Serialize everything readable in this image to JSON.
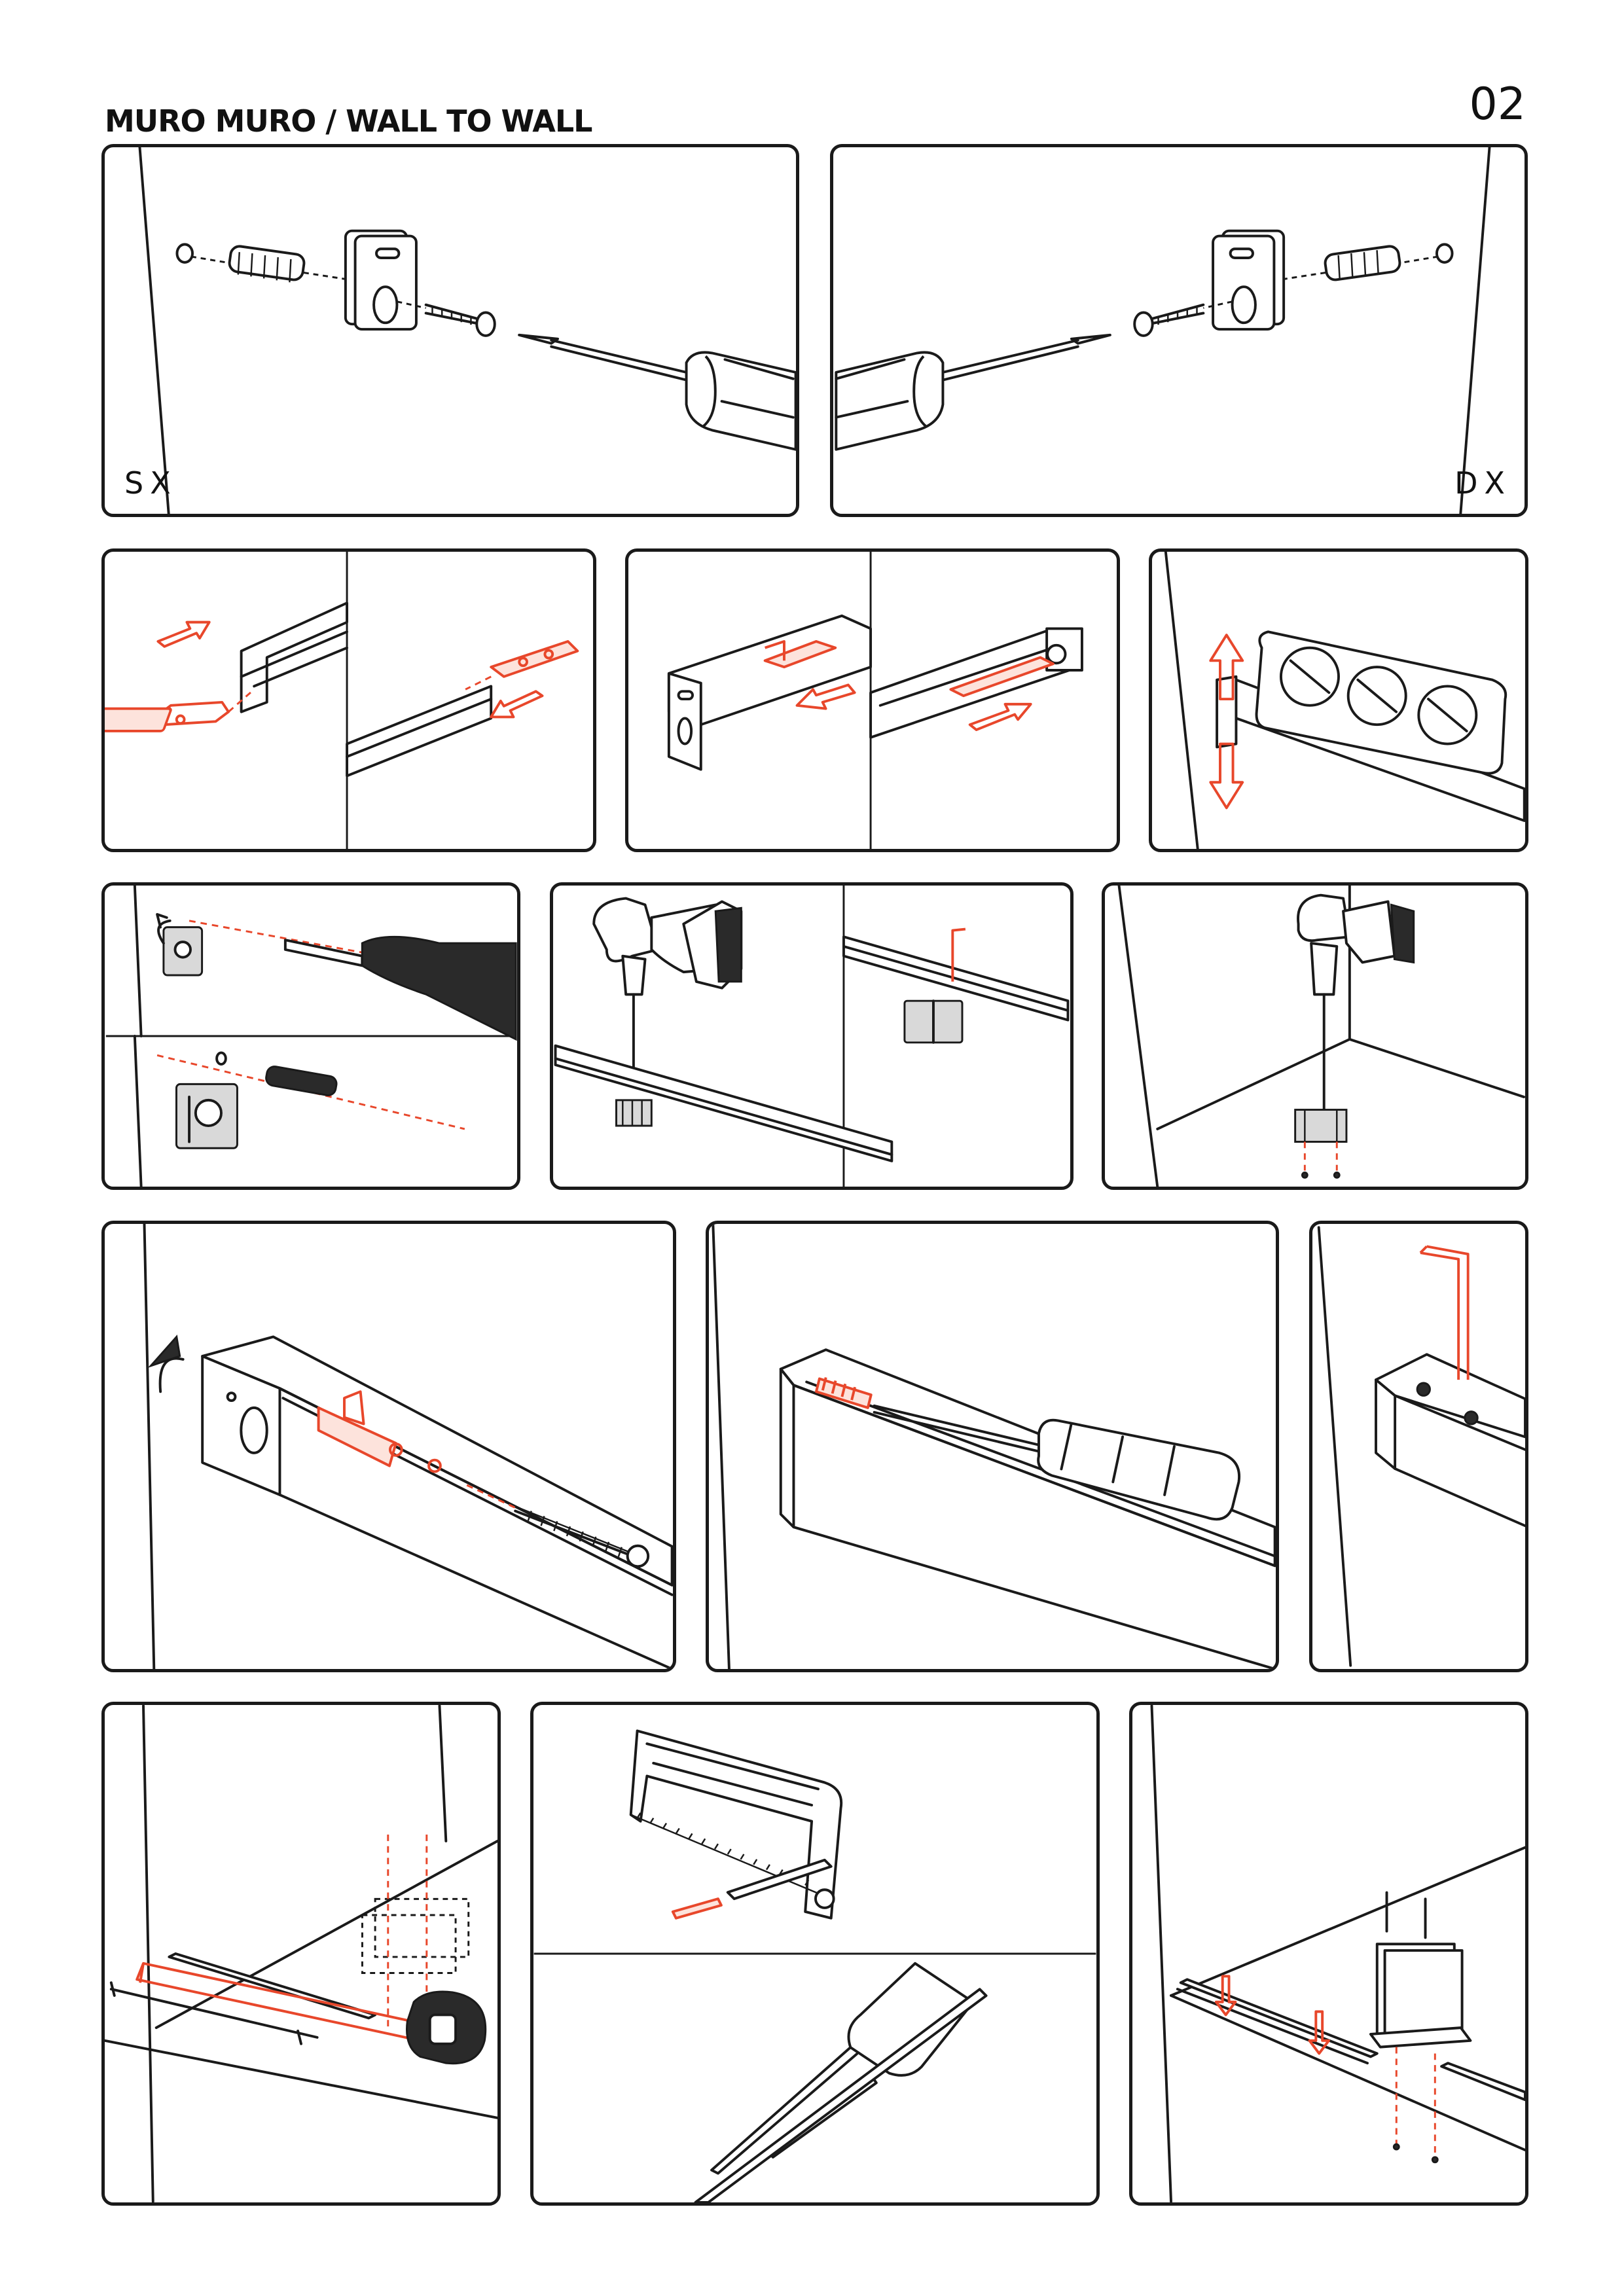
{
  "header": {
    "title": "MURO MURO / WALL TO WALL",
    "page_number": "02"
  },
  "panels": {
    "left_label": "SX",
    "right_label": "DX"
  },
  "colors": {
    "accent": "#e8472b",
    "line": "#1a1a1a"
  }
}
